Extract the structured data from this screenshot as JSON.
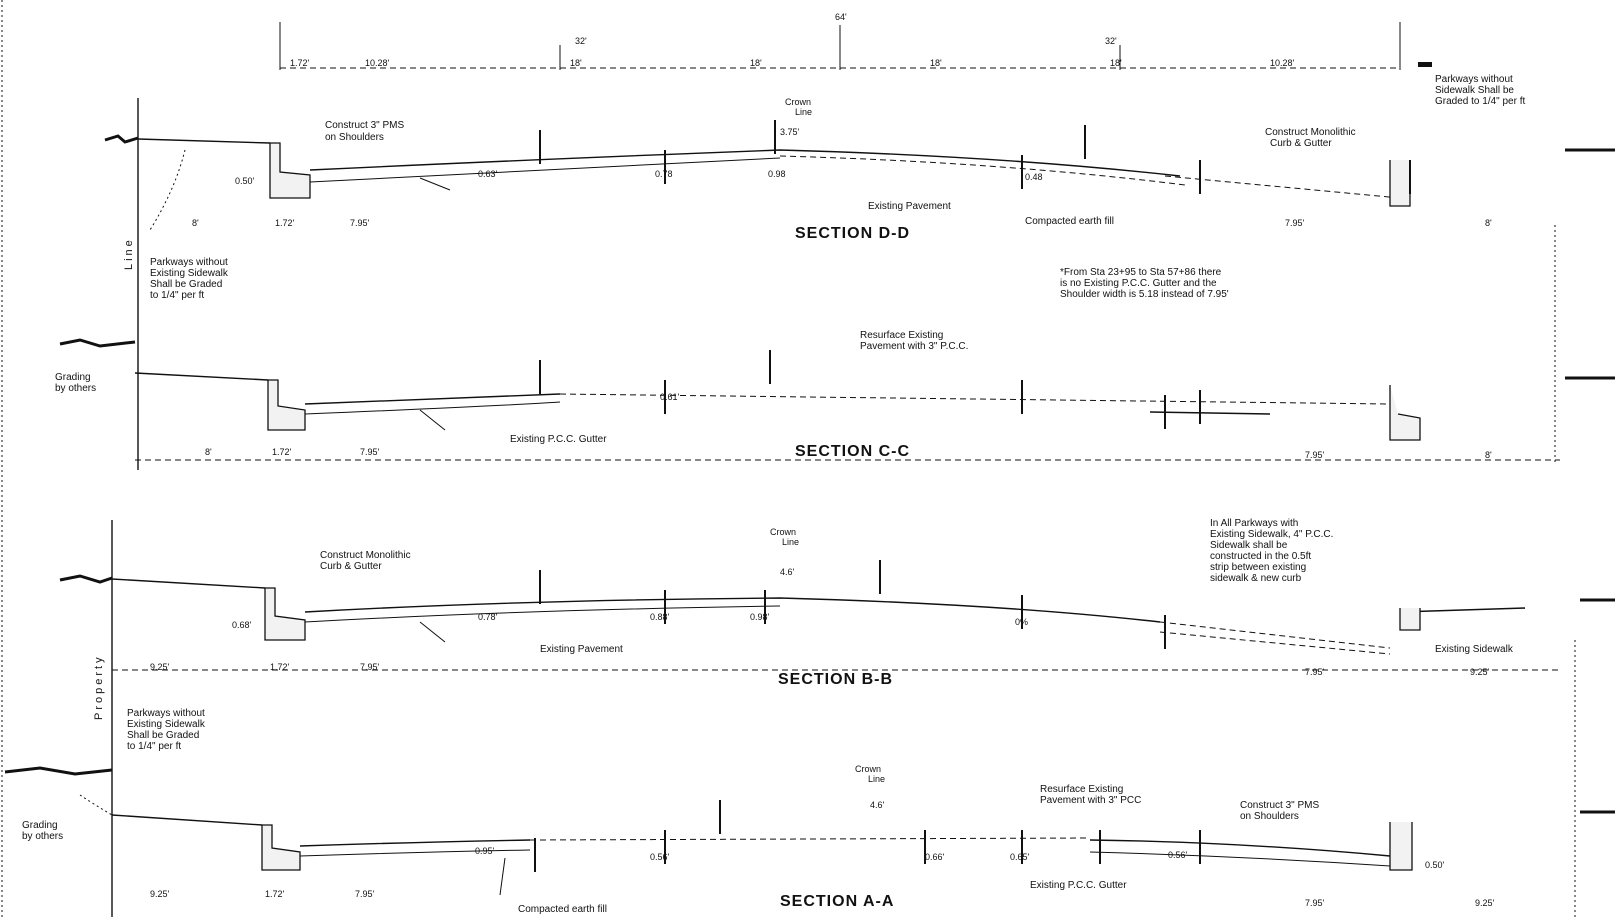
{
  "drawing": {
    "top_dims": {
      "center": "64'",
      "left_half": "32'",
      "right_half": "32'",
      "parkway": "10.28'",
      "lane_left": "18'",
      "lane_center_left": "18'",
      "lane_center_right": "18'",
      "lane_right": "18'",
      "parkway_right": "10.28'",
      "curb": "1.72'"
    },
    "section_dd": {
      "title": "SECTION D-D",
      "construct_note": "Construct 3\" PMS\non Shoulders",
      "crown_label": "Crown\nLine",
      "crown_dim": "3.75'",
      "curb_height": "0.50'",
      "existing_pavement": "Existing Pavement",
      "right_curb_note": "Construct Monolithic\nCurb & Gutter",
      "compacted_note": "Compacted earth fill",
      "left_dim": "8'",
      "curb_dim": "1.72'",
      "shoulder_dim": "7.95'",
      "right_dim": "7.95'",
      "far_right_dim": "8'",
      "left_grade": "0.63'",
      "mid_grade1": "0.78",
      "mid_grade2": "0.98",
      "mid_grade3": "0.48",
      "parkway_note": "Parkways without\nExisting Sidewalk\nShall be Graded\nto 1/4\" per ft",
      "right_parkway_note": "Parkways without\nSidewalk Shall be\nGraded to 1/4\" per ft",
      "station_note": "*From Sta 23+95 to Sta 57+86 there\nis no Existing P.C.C. Gutter and the\nShoulder width is 5.18 instead of 7.95'"
    },
    "section_cc": {
      "title": "SECTION C-C",
      "resurface_note": "Resurface Existing\nPavement with 3\" P.C.C.",
      "existing_gutter": "Existing P.C.C. Gutter",
      "grading_note": "Grading\nby others",
      "left_dim": "8'",
      "curb_dim": "1.72'",
      "shoulder_dim": "7.95'",
      "mid_grade": "0.61'",
      "right_dim": "7.95'",
      "far_right_dim": "8'"
    },
    "section_bb": {
      "title": "SECTION B-B",
      "construct_note": "Construct Monolithic\nCurb & Gutter",
      "crown_label": "Crown\nLine",
      "crown_dim": "4.6'",
      "curb_height": "0.68'",
      "existing_pavement": "Existing Pavement",
      "existing_sidewalk": "Existing Sidewalk",
      "sidewalk_note": "In All Parkways with\nExisting Sidewalk, 4\" P.C.C.\nSidewalk shall be\nconstructed in the 0.5ft\nstrip between existing\nsidewalk & new curb",
      "left_dim": "9.25'",
      "curb_dim": "1.72'",
      "shoulder_dim": "7.95'",
      "mid_grade1": "0.78'",
      "mid_grade2": "0.88'",
      "mid_grade3": "0.98'",
      "mid_grade4": "0%",
      "right_dim": "7.95'",
      "far_right_dim": "9.25'",
      "property_label": "Property",
      "line_label": "Line"
    },
    "section_aa": {
      "title": "SECTION A-A",
      "parkway_note": "Parkways without\nExisting Sidewalk\nShall be Graded\nto 1/4\" per ft",
      "grading_note": "Grading\nby others",
      "crown_label": "Crown\nLine",
      "crown_dim": "4.6'",
      "resurface_note": "Resurface Existing\nPavement with 3\" PCC",
      "construct_note": "Construct 3\" PMS\non Shoulders",
      "existing_gutter": "Existing P.C.C. Gutter",
      "compacted_note": "Compacted earth fill",
      "left_dim": "9.25'",
      "curb_dim": "1.72'",
      "shoulder_dim": "7.95'",
      "mid_grade1": "0.95'",
      "mid_grade2": "0.56'",
      "mid_grade3": "0.66'",
      "mid_grade4": "0.65'",
      "mid_grade5": "0.56'",
      "curb_height": "0.50'",
      "right_dim": "7.95'",
      "far_right_dim": "9.25'"
    }
  }
}
